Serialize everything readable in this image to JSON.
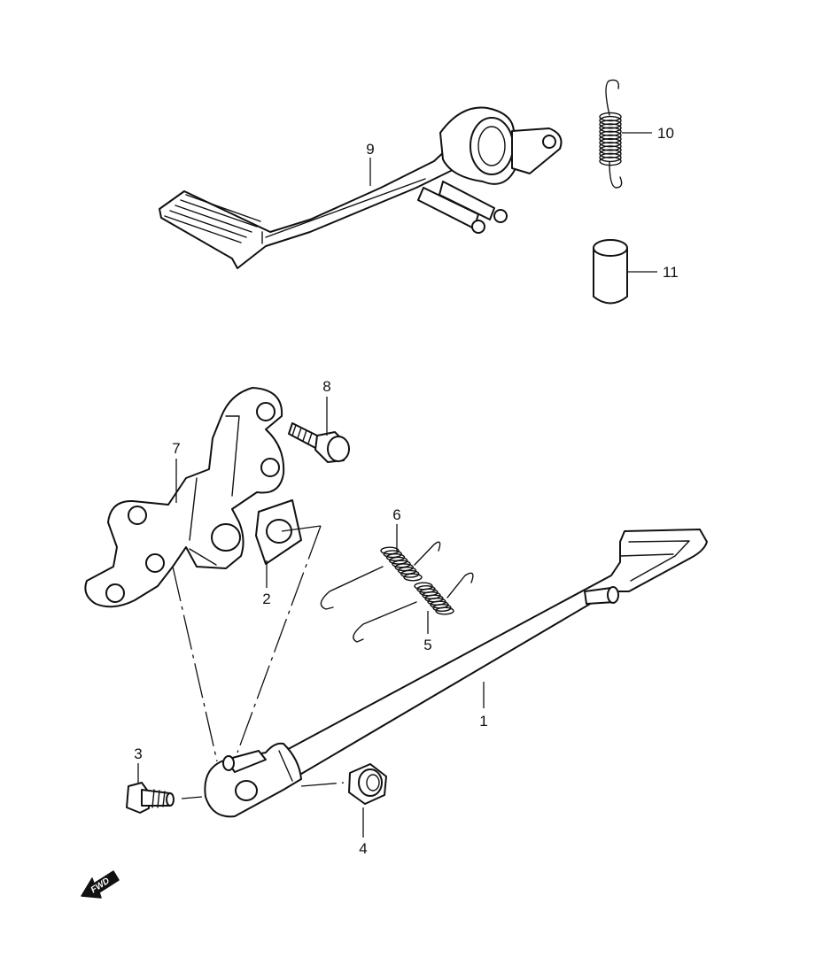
{
  "callouts": {
    "c1": "1",
    "c2": "2",
    "c3": "3",
    "c4": "4",
    "c5": "5",
    "c6": "6",
    "c7": "7",
    "c8": "8",
    "c9": "9",
    "c10": "10",
    "c11": "11"
  },
  "fwd_label": "FWD",
  "colors": {
    "line": "#111111",
    "background": "#ffffff"
  }
}
